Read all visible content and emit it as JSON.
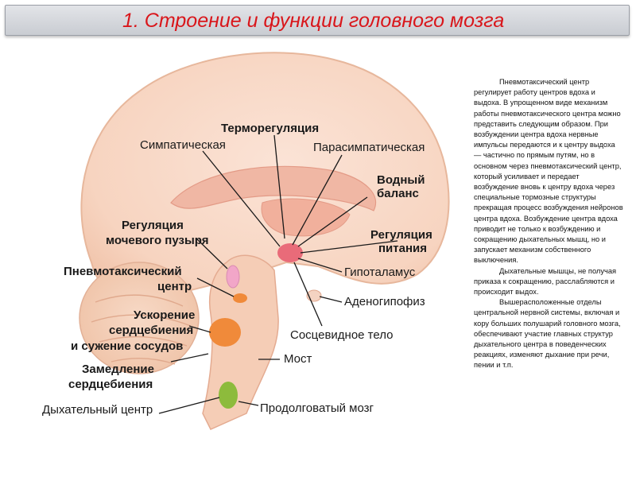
{
  "slide": {
    "title": "1. Строение и функции головного мозга"
  },
  "labels": {
    "thermoregulation": "Терморегуляция",
    "sympathetic": "Симпатическая",
    "parasympathetic": "Парасимпатическая",
    "water_balance_1": "Водный",
    "water_balance_2": "баланс",
    "feeding_regulation_1": "Регуляция",
    "feeding_regulation_2": "питания",
    "hypothalamus": "Гипоталамус",
    "adenohypophysis": "Аденогипофиз",
    "mammillary_body": "Сосцевидное тело",
    "pons": "Мост",
    "medulla": "Продолговатый мозг",
    "bladder_regulation_1": "Регуляция",
    "bladder_regulation_2": "мочевого пузыря",
    "pneumotaxic_1": "Пневмотаксический",
    "pneumotaxic_2": "центр",
    "heart_accel_1": "Ускорение",
    "heart_accel_2": "сердцебиения",
    "heart_accel_3": "и сужение сосудов",
    "heart_slow_1": "Замедление",
    "heart_slow_2": "сердцебиения",
    "respiratory_center": "Дыхательный центр"
  },
  "side_text": {
    "p1": "Пневмотаксический центр регулирует работу центров вдоха и выдоха. В упрощенном виде механизм работы пневмотаксического центра можно представить следующим образом. При возбуждении центра вдоха нервные импульсы передаются и к центру выдоха — частично по прямым путям, но в основном через пневмотаксический центр, который усиливает и передает возбуждение вновь к центру вдоха через специальные тормозные структуры прекращая процесс возбуждения нейронов центра вдоха. Возбуждение центра вдоха приводит не только к возбуждению и сокращению дыхательных мышц, но и запускает механизм собственного выключения.",
    "p2": "Дыхательные мышцы, не получая приказа к сокращению, расслабляются и происходит выдох.",
    "p3": "Вышерасположенные отделы центральной нервной системы, включая и кору больших полушарий головного мозга, обеспечивают участие главных структур дыхательного центра в поведенческих реакциях, изменяют дыхание при речи, пении и т.п."
  },
  "colors": {
    "title_text": "#d9161b",
    "hypothalamus": "#e96b79",
    "pneumotaxic": "#f2a6c8",
    "orange_center": "#f08a3a",
    "respiratory": "#8dbb3c"
  }
}
